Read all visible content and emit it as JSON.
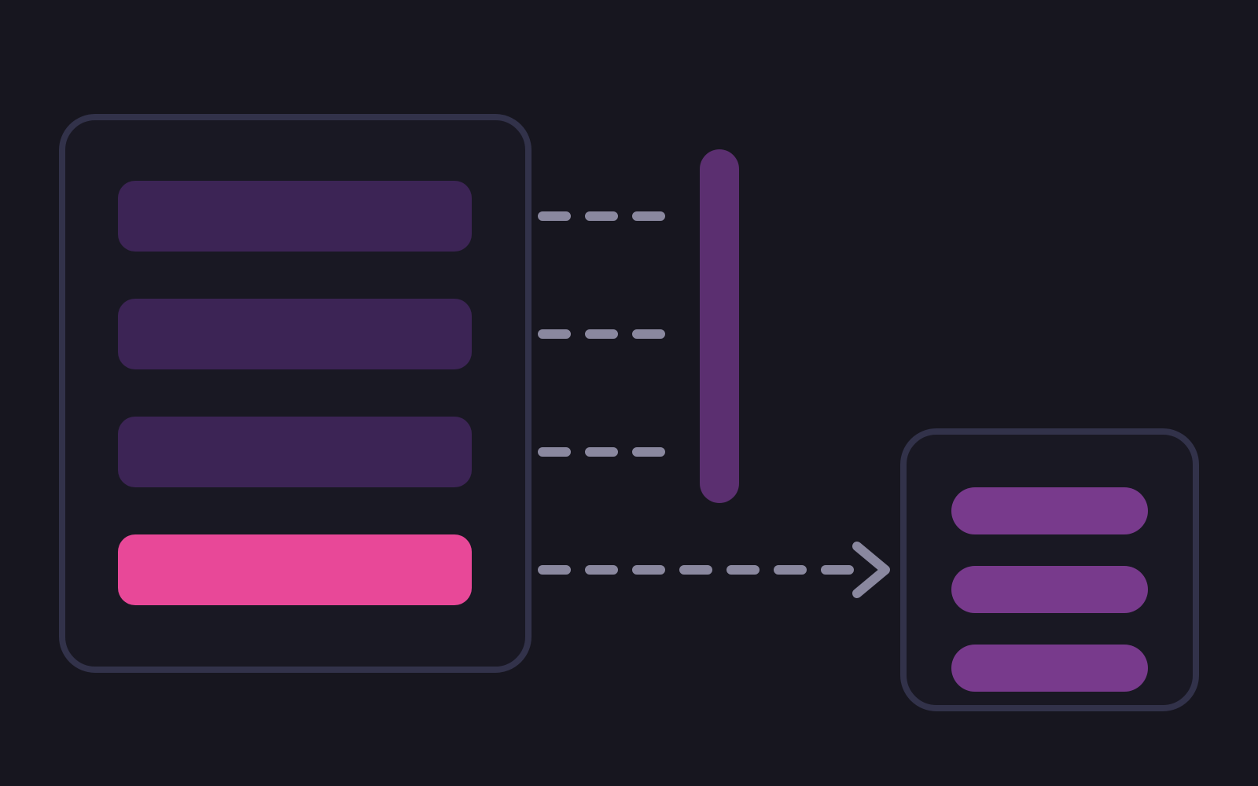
{
  "diagram": {
    "colors": {
      "background": "#17161f",
      "panel_fill": "#191823",
      "panel_border": "#32324a",
      "source_row": "#3c2455",
      "highlight_row": "#e84898",
      "divider_bar": "#5b2f70",
      "connector": "#8a889f",
      "target_row": "#783a8c"
    },
    "source_panel": {
      "rows": [
        {
          "state": "default"
        },
        {
          "state": "default"
        },
        {
          "state": "default"
        },
        {
          "state": "highlighted"
        }
      ]
    },
    "connectors": [
      {
        "from_row": 1,
        "to": "divider"
      },
      {
        "from_row": 2,
        "to": "divider"
      },
      {
        "from_row": 3,
        "to": "divider"
      },
      {
        "from_row": 4,
        "to": "target_panel",
        "arrow": true
      }
    ],
    "target_panel": {
      "row_count": 3
    }
  }
}
